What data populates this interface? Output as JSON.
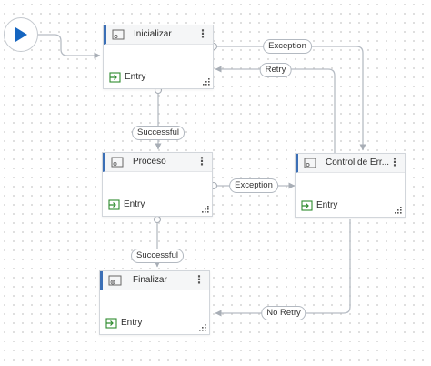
{
  "colors": {
    "accent": "#3b6fb6",
    "play": "#1565c0",
    "entry_icon": "#2e8b2e",
    "wire": "#b6bcc4"
  },
  "start": {
    "icon": "play-icon"
  },
  "states": {
    "inicializar": {
      "title": "Inicializar",
      "entry": "Entry",
      "icon": "state-icon"
    },
    "proceso": {
      "title": "Proceso",
      "entry": "Entry",
      "icon": "state-icon"
    },
    "control": {
      "title": "Control de Err...",
      "entry": "Entry",
      "icon": "state-icon"
    },
    "finalizar": {
      "title": "Finalizar",
      "entry": "Entry",
      "icon": "final-state-icon"
    }
  },
  "transitions": {
    "init_exception": "Exception",
    "retry": "Retry",
    "init_successful": "Successful",
    "proc_exception": "Exception",
    "proc_successful": "Successful",
    "no_retry": "No Retry"
  },
  "menu_glyph": "⋮"
}
